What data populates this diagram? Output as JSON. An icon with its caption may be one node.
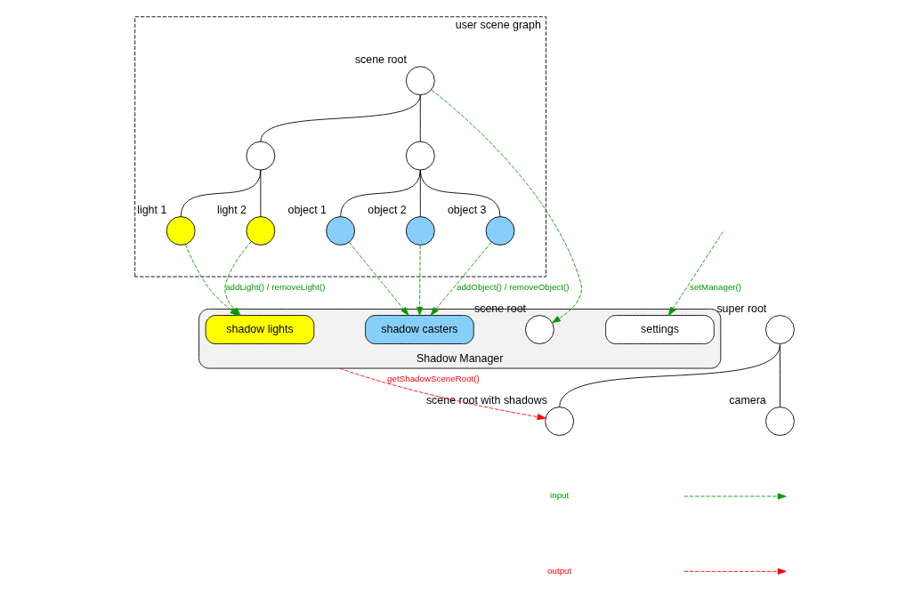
{
  "diagram": {
    "nodes": [
      {
        "text": [
          "user scene graph"
        ]
      },
      {
        "text": [],
        "shape": "circle",
        "beside": [
          "scene root"
        ],
        "in": 0
      },
      {
        "text": [],
        "shape": "circle",
        "in": 0
      },
      {
        "text": [],
        "shape": "circle",
        "in": 0
      },
      {
        "text": [],
        "shape": "circle",
        "beside": [
          "light 1"
        ],
        "in": 0
      },
      {
        "text": [],
        "shape": "circle",
        "beside": [
          "light 2"
        ],
        "in": 0
      },
      {
        "text": [],
        "shape": "circle",
        "beside": [
          "object 1"
        ],
        "in": 0
      },
      {
        "text": [],
        "shape": "circle",
        "beside": [
          "object 2"
        ],
        "in": 0
      },
      {
        "text": [],
        "shape": "circle",
        "beside": [
          "object 3"
        ],
        "in": 0
      },
      {
        "text": [
          "Shadow Manager"
        ]
      },
      {
        "text": [
          "shadow lights"
        ],
        "in": 9
      },
      {
        "text": [
          "shadow casters"
        ],
        "in": 9
      },
      {
        "text": [],
        "shape": "circle",
        "beside": [
          "scene root"
        ],
        "in": 9
      },
      {
        "text": [
          "settings"
        ],
        "in": 9
      },
      {
        "text": [],
        "shape": "circle",
        "beside": [
          "super root"
        ]
      },
      {
        "text": [],
        "shape": "circle",
        "beside": [
          "camera"
        ]
      },
      {
        "text": [],
        "shape": "circle",
        "beside": [
          "scene root with shadows"
        ]
      }
    ],
    "edges": [
      {
        "from": 1,
        "to": 2,
        "arrow": "none"
      },
      {
        "from": 1,
        "to": 3,
        "arrow": "none"
      },
      {
        "from": 2,
        "to": 4,
        "arrow": "none"
      },
      {
        "from": 2,
        "to": 5,
        "arrow": "none"
      },
      {
        "from": 3,
        "to": 6,
        "arrow": "none"
      },
      {
        "from": 3,
        "to": 7,
        "arrow": "none"
      },
      {
        "from": 3,
        "to": 8,
        "arrow": "none"
      },
      {
        "from": 14,
        "to": 15,
        "arrow": "none"
      },
      {
        "from": 14,
        "to": 16,
        "arrow": "none"
      },
      {
        "from": 4,
        "to": 10,
        "arrow": "to",
        "style": "dashed",
        "color": "#009900"
      },
      {
        "from": 5,
        "to": 10,
        "arrow": "to",
        "style": "dashed",
        "color": "#009900",
        "label": "addLight() / removeLight()"
      },
      {
        "from": 6,
        "to": 11,
        "arrow": "to",
        "style": "dashed",
        "color": "#009900"
      },
      {
        "from": 7,
        "to": 11,
        "arrow": "to",
        "style": "dashed",
        "color": "#009900"
      },
      {
        "from": 8,
        "to": 11,
        "arrow": "to",
        "style": "dashed",
        "color": "#009900",
        "label": "addObject() / removeObject()"
      },
      {
        "from": 1,
        "to": 12,
        "arrow": "to",
        "style": "dashed",
        "color": "#009900"
      },
      {
        "from": 9,
        "to": 16,
        "arrow": "to",
        "style": "dashed",
        "color": "#ff0000",
        "label": "getShadowSceneRoot()"
      },
      {
        "from": null,
        "to": 13,
        "arrow": "to",
        "style": "dashed",
        "color": "#009900",
        "label": "setManager()"
      }
    ],
    "legend": [
      {
        "text": "input"
      },
      {
        "text": "output"
      }
    ]
  }
}
